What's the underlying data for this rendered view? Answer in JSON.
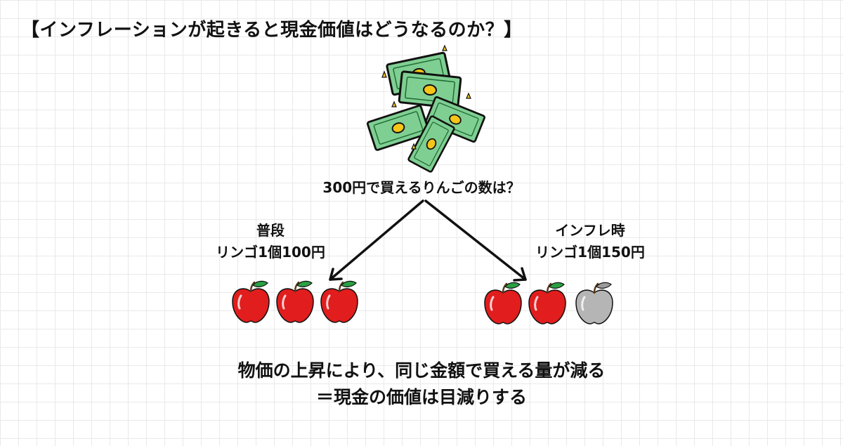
{
  "title": "【インフレーションが起きると現金価値はどうなるのか？】",
  "question": "300円で買えるりんごの数は？",
  "left": {
    "line1": "普段",
    "line2": "リンゴ1個100円",
    "apples": [
      "red",
      "red",
      "red"
    ]
  },
  "right": {
    "line1": "インフレ時",
    "line2": "リンゴ1個150円",
    "apples": [
      "red",
      "red",
      "gray"
    ]
  },
  "conclusion": {
    "line1": "物価の上昇により、同じ金額で買える量が減る",
    "line2": "＝現金の価値は目減りする"
  },
  "colors": {
    "apple_red": "#e11d1d",
    "apple_gray": "#b5b5b5",
    "leaf_green": "#2aa043",
    "banknote_green": "#7fcf92",
    "coin_yellow": "#f5c518",
    "grid_line": "#e9e9e9"
  },
  "icons": [
    "money-stack-icon",
    "apple-icon"
  ]
}
